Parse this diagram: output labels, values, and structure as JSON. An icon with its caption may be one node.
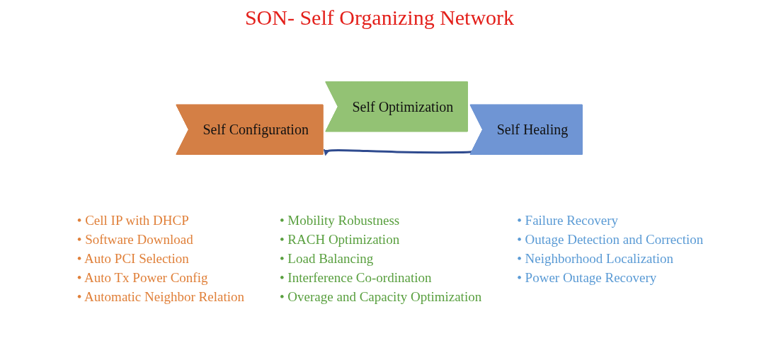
{
  "diagram": {
    "title": "SON- Self Organizing Network",
    "nodes": [
      {
        "text": [
          "Self Configuration"
        ],
        "beside": [
          "• Cell IP with DHCP",
          "• Software Download",
          "• Auto PCI Selection",
          "• Auto Tx Power Config",
          "• Automatic Neighbor Relation"
        ]
      },
      {
        "text": [
          "Self Optimization"
        ],
        "beside": [
          "• Mobility Robustness",
          "• RACH Optimization",
          "• Load Balancing",
          "• Interference Co-ordination",
          "• Overage and Capacity Optimization"
        ]
      },
      {
        "text": [
          "Self Healing"
        ],
        "beside": [
          "• Failure Recovery",
          "• Outage Detection and Correction",
          "• Neighborhood Localization",
          "• Power Outage Recovery"
        ]
      }
    ],
    "edges": [
      {
        "from": 2,
        "to": 0,
        "arrow": "to"
      }
    ]
  }
}
